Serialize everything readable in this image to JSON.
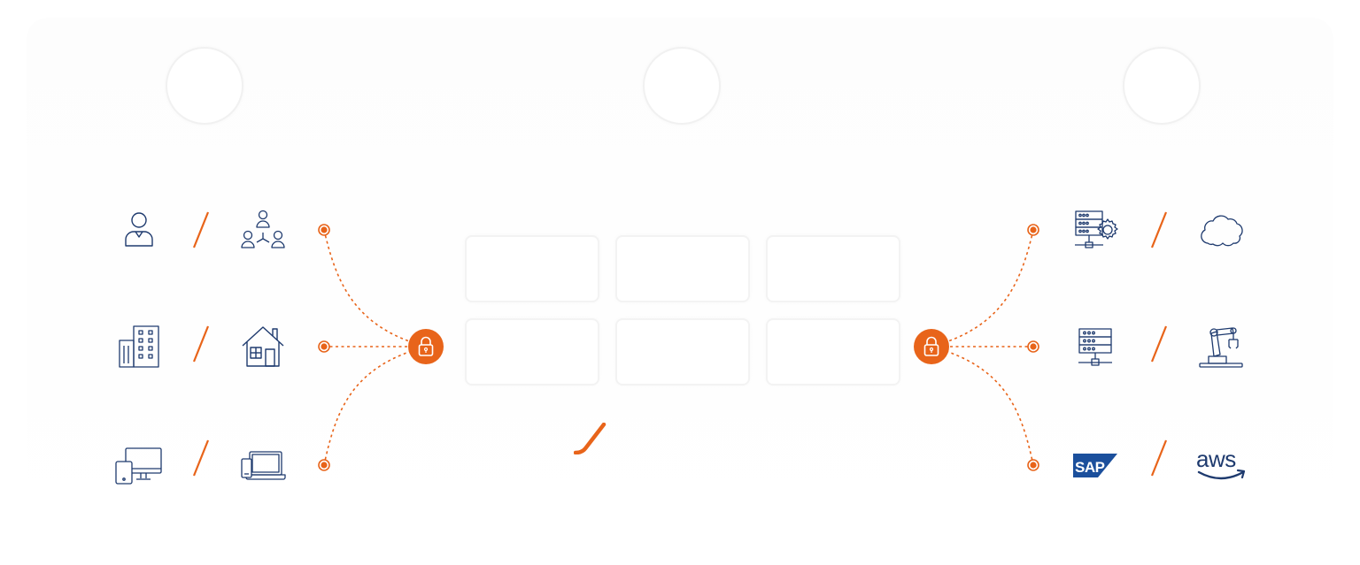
{
  "colors": {
    "accent": "#e8641a",
    "icon_stroke": "#1e3a6e",
    "sap_blue": "#1b4f9c",
    "ghost": "#f3f3f3"
  },
  "icons": {
    "left": [
      [
        "user-icon",
        "user-group-icon"
      ],
      [
        "office-building-icon",
        "house-icon"
      ],
      [
        "desktop-tablet-icon",
        "laptop-phone-icon"
      ]
    ],
    "right": [
      [
        "server-settings-icon",
        "cloud-icon"
      ],
      [
        "server-rack-icon",
        "robotic-arm-icon"
      ],
      [
        "sap-logo",
        "aws-logo"
      ]
    ]
  },
  "logos": {
    "sap": "SAP",
    "aws": "aws"
  }
}
